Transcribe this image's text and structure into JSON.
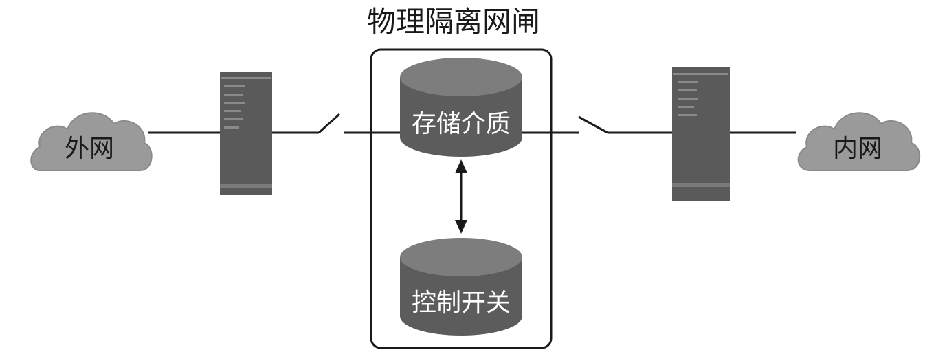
{
  "title": "物理隔离网闸",
  "external_network": {
    "label": "外网"
  },
  "internal_network": {
    "label": "内网"
  },
  "gateway": {
    "storage": {
      "label": "存储介质"
    },
    "control": {
      "label": "控制开关"
    }
  },
  "colors": {
    "cloud": "#9a9a9a",
    "server": "#5a5a5a",
    "server_accent": "#8a8a8a",
    "cylinder_side": "#5c5c5c",
    "cylinder_top": "#7d7d7d",
    "line": "#1a1a1a",
    "box_border": "#1a1a1a"
  },
  "icons": {
    "external_cloud": "cloud-icon",
    "internal_cloud": "cloud-icon",
    "left_server": "server-rack-icon",
    "right_server": "server-rack-icon",
    "left_switch": "open-switch-icon",
    "right_switch": "open-switch-icon",
    "arrow": "double-arrow-icon"
  }
}
